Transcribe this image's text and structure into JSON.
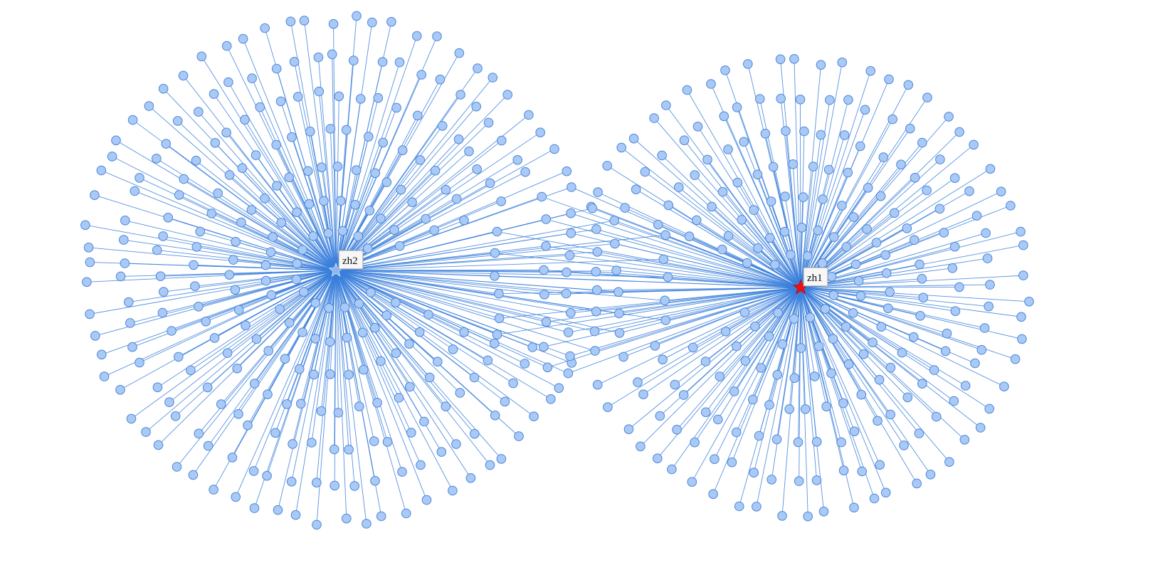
{
  "graph": {
    "type": "two-hub star network",
    "colors": {
      "edge": "#3a7fdc",
      "node_fill": "#a9c9f7",
      "node_stroke": "#4c86d6",
      "hub_zh2_fill": "#8fb5ee",
      "hub_zh1_fill": "#ee1111",
      "label_bg": "#f7f7f7"
    },
    "hubs": [
      {
        "id": "zh2",
        "label": "zh2",
        "marker": "star-icon",
        "color": "#8fb5ee"
      },
      {
        "id": "zh1",
        "label": "zh1",
        "marker": "star-icon",
        "color": "#ee1111"
      }
    ],
    "leaf_node_marker": "circle",
    "hubs_edge_connected": true,
    "shared_bridge_nodes_between_hubs": true
  }
}
